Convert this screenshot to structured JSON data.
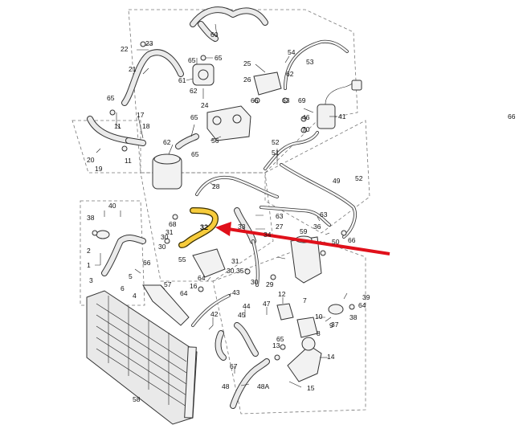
{
  "labels": {
    "l60": "60",
    "l23": "23",
    "l22": "22",
    "l65a": "65",
    "l65b": "65",
    "l21": "21",
    "l61": "61",
    "l62a": "62",
    "l24": "24",
    "l25": "25",
    "l54": "54",
    "l53": "53",
    "l26": "26",
    "l62b": "62",
    "l63a": "63",
    "l66a": "66",
    "l69": "69",
    "l41": "41",
    "l46": "46",
    "l70": "70",
    "l66b": "66",
    "l65c": "65",
    "l17": "17",
    "l11a": "11",
    "l18": "18",
    "l65d": "65",
    "l56": "56",
    "l62c": "62",
    "l65e": "65",
    "l11b": "11",
    "l20": "20",
    "l19": "19",
    "l52a": "52",
    "l51": "51",
    "l52b": "52",
    "l49": "49",
    "l28": "28",
    "l40": "40",
    "l38": "38",
    "l68": "68",
    "l31a": "31",
    "l30a": "30",
    "l30b": "30",
    "l32": "32",
    "l33": "33",
    "l63b": "63",
    "l27": "27",
    "l34": "34",
    "l63c": "63",
    "l59": "59",
    "l36": "36",
    "l50": "50",
    "l66c": "66",
    "l66d": "66",
    "l55": "55",
    "l31b": "31",
    "l35": "35",
    "l30c": "30",
    "l30d": "30",
    "l29": "29",
    "l2": "2",
    "l1": "1",
    "l3": "3",
    "l4": "4",
    "l5": "5",
    "l6": "6",
    "l57": "57",
    "l64a": "64",
    "l64b": "64",
    "l16": "16",
    "l43": "43",
    "l42": "42",
    "l44": "44",
    "l45": "45",
    "l47": "47",
    "l12": "12",
    "l7": "7",
    "l39": "39",
    "l64c": "64",
    "l38b": "38",
    "l10": "10",
    "l9": "9",
    "l8": "8",
    "l37": "37",
    "l65f": "65",
    "l13": "13",
    "l14": "14",
    "l15": "15",
    "l67": "67",
    "l48": "48",
    "l48A": "48A",
    "l58": "58"
  },
  "highlight": {
    "part_number": "32",
    "color": "#f7cc3c",
    "arrow_color": "#e0101a"
  },
  "colors": {
    "line": "#333333",
    "frame": "#777777",
    "background": "#ffffff"
  }
}
